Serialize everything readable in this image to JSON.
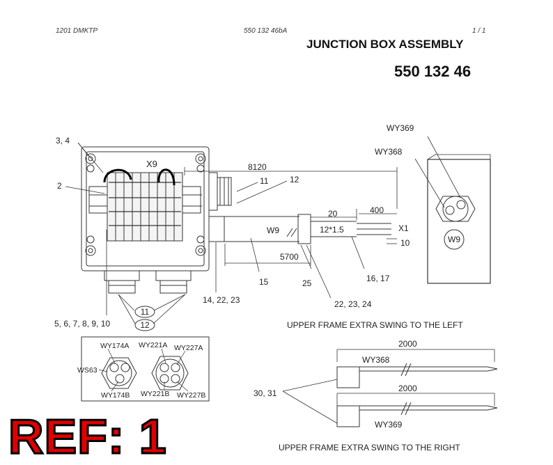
{
  "header": {
    "doc_code": "1201 DMKTP",
    "drawing_ref": "550 132 46bA",
    "page": "1 /  1",
    "title": "JUNCTION BOX ASSEMBLY",
    "part_number": "550 132 46"
  },
  "callouts": {
    "c34": "3, 4",
    "c2": "2",
    "x9": "X9",
    "c11a": "11",
    "c12a": "12",
    "d8120": "8120",
    "d20": "20",
    "d400": "400",
    "x1": "X1",
    "d10": "10",
    "w9": "W9",
    "spec": "12*1.5",
    "d5700": "5700",
    "c15": "15",
    "c25": "25",
    "c1617": "16, 17",
    "c142223": "14, 22, 23",
    "c222324": "22, 23, 24",
    "c11b": "11",
    "c12b": "12",
    "c5to10": "5, 6, 7, 8, 9, 10",
    "wy369_top": "WY369",
    "wy368_top": "WY368",
    "w9_circle": "W9",
    "c3031": "30, 31"
  },
  "gland_detail": {
    "wy174a": "WY174A",
    "wy221a": "WY221A",
    "wy227a": "WY227A",
    "ws63": "WS63",
    "wy174b": "WY174B",
    "wy221b": "WY221B",
    "wy227b": "WY227B"
  },
  "swing": {
    "left_caption": "UPPER FRAME EXTRA SWING TO THE LEFT",
    "right_caption": "UPPER FRAME EXTRA SWING TO THE RIGHT",
    "dim_top": "2000",
    "dim_bottom": "2000",
    "cable_top": "WY368",
    "cable_bottom": "WY369"
  },
  "ref_label": "REF: 1"
}
